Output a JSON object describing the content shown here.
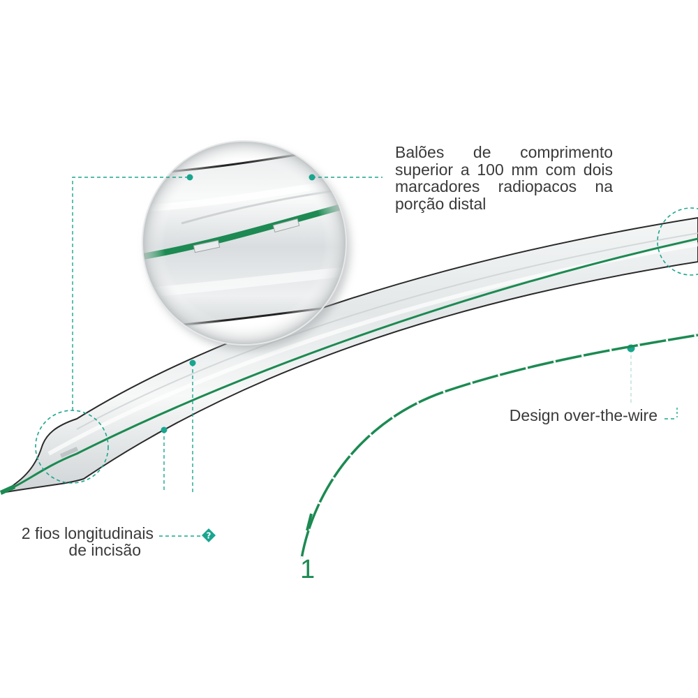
{
  "callouts": {
    "balloon_length": "Balões de comprimento superior a 100 mm com dois marcadores radiopacos na porção distal",
    "over_the_wire": "Design over-the-wire",
    "incision_wires_line1": "2 fios longitudinais",
    "incision_wires_line2": "de incisão"
  },
  "figure_number": "1",
  "icons": {
    "help": "help-diamond-icon"
  },
  "colors": {
    "accent_teal": "#1aa58f",
    "wire_green": "#1c8a52",
    "text": "#3a3a3a",
    "catheter_outline": "#2a2a2a"
  }
}
